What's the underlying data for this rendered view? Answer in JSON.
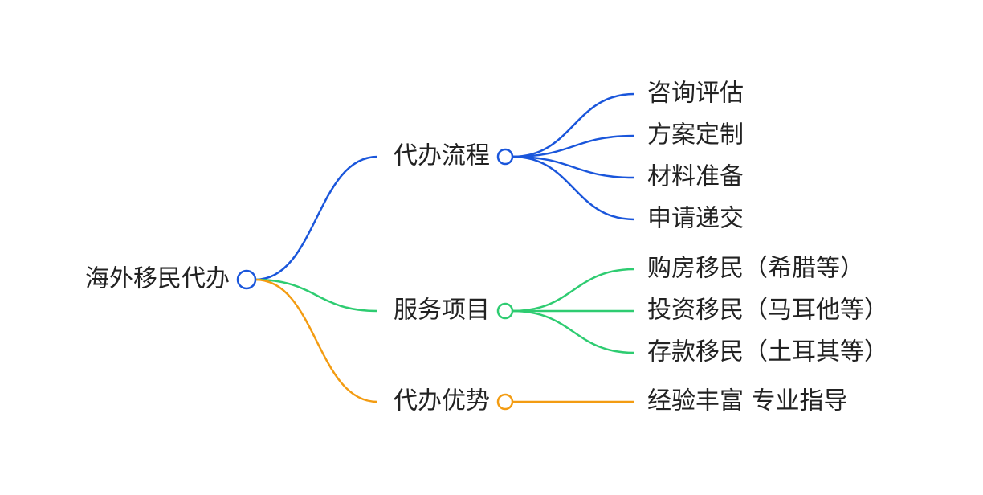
{
  "mindmap": {
    "root": {
      "label": "海外移民代办",
      "color": "#1a56db"
    },
    "branches": [
      {
        "label": "代办流程",
        "color": "#1a56db",
        "children": [
          "咨询评估",
          "方案定制",
          "材料准备",
          "申请递交"
        ]
      },
      {
        "label": "服务项目",
        "color": "#2ecc71",
        "children": [
          "购房移民（希腊等）",
          "投资移民（马耳他等）",
          "存款移民（土耳其等）"
        ]
      },
      {
        "label": "代办优势",
        "color": "#f39c12",
        "children": [
          "经验丰富 专业指导"
        ]
      }
    ]
  }
}
